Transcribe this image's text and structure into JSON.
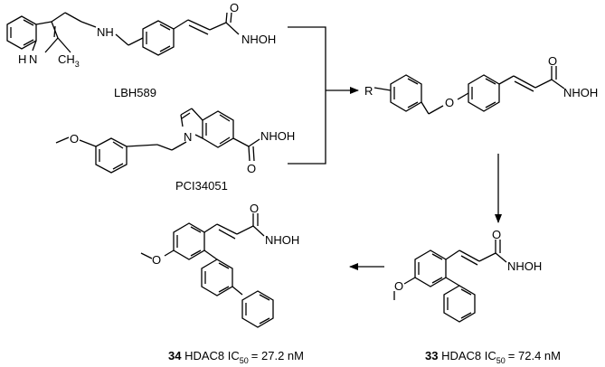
{
  "atoms": {
    "nh": "NH",
    "hn": "H",
    "n_indole1": "N",
    "ch3": "CH",
    "ch3_sub": "3",
    "o": "O",
    "nhoh": "NHOH",
    "n": "N",
    "r": "R"
  },
  "compounds": {
    "lbh589": {
      "name": "LBH589"
    },
    "pci34051": {
      "name": "PCI34051"
    },
    "c33": {
      "number": "33",
      "label": "HDAC8 IC",
      "sub": "50",
      "value": "= 72.4 nM"
    },
    "c34": {
      "number": "34",
      "label": "HDAC8 IC",
      "sub": "50",
      "value": "= 27.2 nM"
    }
  }
}
